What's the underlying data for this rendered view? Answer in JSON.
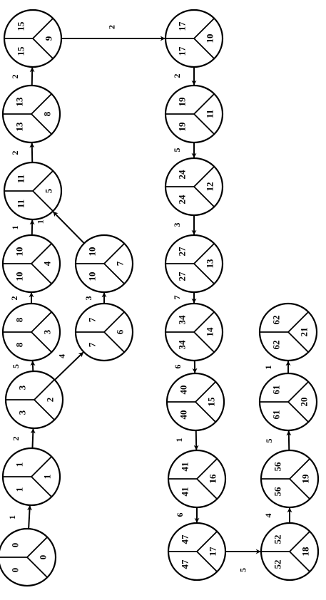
{
  "nodes": [
    {
      "id": 0,
      "es": "0",
      "ls": "0",
      "num": "0"
    },
    {
      "id": 1,
      "es": "1",
      "ls": "1",
      "num": "1"
    },
    {
      "id": 2,
      "es": "3",
      "ls": "3",
      "num": "2"
    },
    {
      "id": 3,
      "es": "8",
      "ls": "8",
      "num": "3"
    },
    {
      "id": 4,
      "es": "10",
      "ls": "10",
      "num": "4"
    },
    {
      "id": 5,
      "es": "11",
      "ls": "11",
      "num": "5"
    },
    {
      "id": 6,
      "es": "7",
      "ls": "7",
      "num": "6"
    },
    {
      "id": 7,
      "es": "10",
      "ls": "10",
      "num": "7"
    },
    {
      "id": 8,
      "es": "13",
      "ls": "13",
      "num": "8"
    },
    {
      "id": 9,
      "es": "15",
      "ls": "15",
      "num": "9"
    },
    {
      "id": 10,
      "es": "17",
      "ls": "17",
      "num": "10"
    },
    {
      "id": 11,
      "es": "19",
      "ls": "19",
      "num": "11"
    },
    {
      "id": 12,
      "es": "24",
      "ls": "24",
      "num": "12"
    },
    {
      "id": 13,
      "es": "27",
      "ls": "27",
      "num": "13"
    },
    {
      "id": 14,
      "es": "34",
      "ls": "34",
      "num": "14"
    },
    {
      "id": 15,
      "es": "40",
      "ls": "40",
      "num": "15"
    },
    {
      "id": 16,
      "es": "41",
      "ls": "41",
      "num": "16"
    },
    {
      "id": 17,
      "es": "47",
      "ls": "47",
      "num": "17"
    },
    {
      "id": 18,
      "es": "52",
      "ls": "52",
      "num": "18"
    },
    {
      "id": 19,
      "es": "56",
      "ls": "56",
      "num": "19"
    },
    {
      "id": 20,
      "es": "61",
      "ls": "61",
      "num": "20"
    },
    {
      "id": 21,
      "es": "62",
      "ls": "62",
      "num": "21"
    }
  ],
  "edges": [
    {
      "from": 0,
      "to": 1,
      "weight": "1"
    },
    {
      "from": 1,
      "to": 2,
      "weight": "2"
    },
    {
      "from": 2,
      "to": 3,
      "weight": "5"
    },
    {
      "from": 3,
      "to": 4,
      "weight": "2"
    },
    {
      "from": 4,
      "to": 5,
      "weight": "1"
    },
    {
      "from": 5,
      "to": 8,
      "weight": "2"
    },
    {
      "from": 8,
      "to": 9,
      "weight": "2"
    },
    {
      "from": 2,
      "to": 6,
      "weight": "4"
    },
    {
      "from": 6,
      "to": 7,
      "weight": "3"
    },
    {
      "from": 7,
      "to": 5,
      "weight": "1"
    },
    {
      "from": 9,
      "to": 10,
      "weight": "2"
    },
    {
      "from": 10,
      "to": 11,
      "weight": "2"
    },
    {
      "from": 11,
      "to": 12,
      "weight": "5"
    },
    {
      "from": 12,
      "to": 13,
      "weight": "3"
    },
    {
      "from": 13,
      "to": 14,
      "weight": "7"
    },
    {
      "from": 14,
      "to": 15,
      "weight": "6"
    },
    {
      "from": 15,
      "to": 16,
      "weight": "1"
    },
    {
      "from": 16,
      "to": 17,
      "weight": "6"
    },
    {
      "from": 17,
      "to": 18,
      "weight": "5"
    },
    {
      "from": 18,
      "to": 19,
      "weight": "4"
    },
    {
      "from": 19,
      "to": 20,
      "weight": "5"
    },
    {
      "from": 20,
      "to": 21,
      "weight": "1"
    }
  ]
}
